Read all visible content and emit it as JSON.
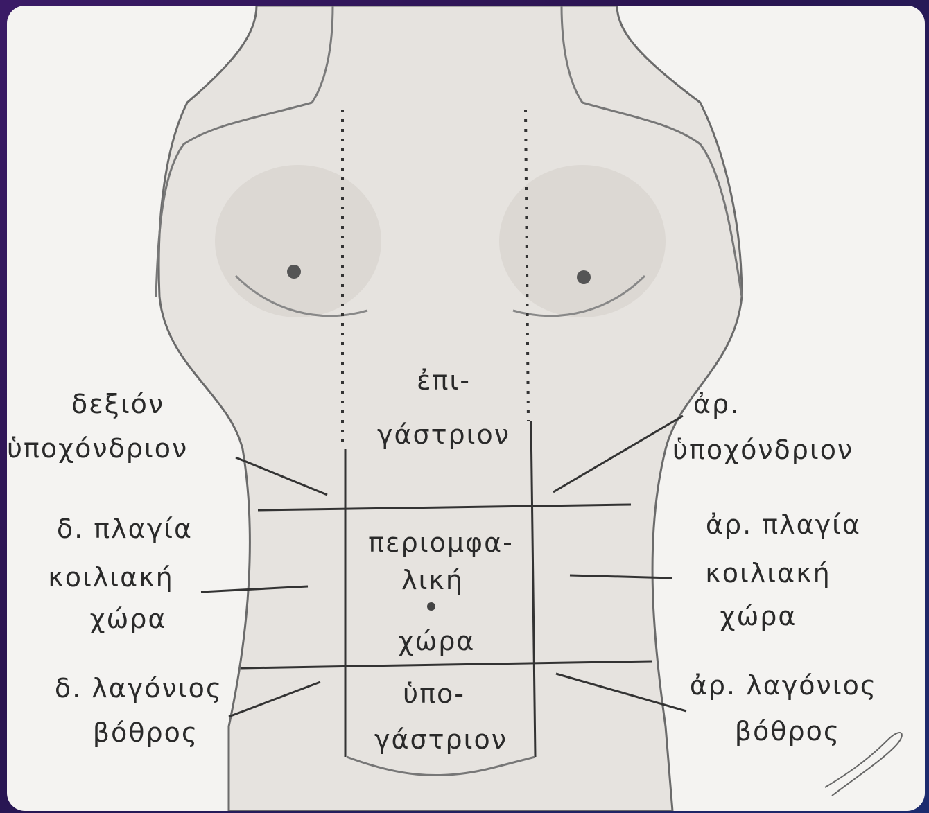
{
  "regions": {
    "epigastric": [
      "ἐπι-",
      "γάστριον"
    ],
    "right_hypochondriac": [
      "δεξιόν",
      "ὑποχόνδριον"
    ],
    "left_hypochondriac": [
      "ἀρ.",
      "ὑποχόνδριον"
    ],
    "right_lumbar": [
      "δ. πλαγία",
      "κοιλιακή",
      "χώρα"
    ],
    "umbilical": [
      "περιομφα-",
      "λική",
      "χώρα"
    ],
    "left_lumbar": [
      "ἀρ. πλαγία",
      "κοιλιακή",
      "χώρα"
    ],
    "right_iliac": [
      "δ. λαγόνιος",
      "βόθρος"
    ],
    "hypogastric": [
      "ὑπο-",
      "γάστριον"
    ],
    "left_iliac": [
      "ἀρ. λαγόνιος",
      "βόθρος"
    ]
  },
  "colors": {
    "background": "#f4f3f1",
    "ink": "#2a2a2a",
    "frame": "#2a1450"
  }
}
